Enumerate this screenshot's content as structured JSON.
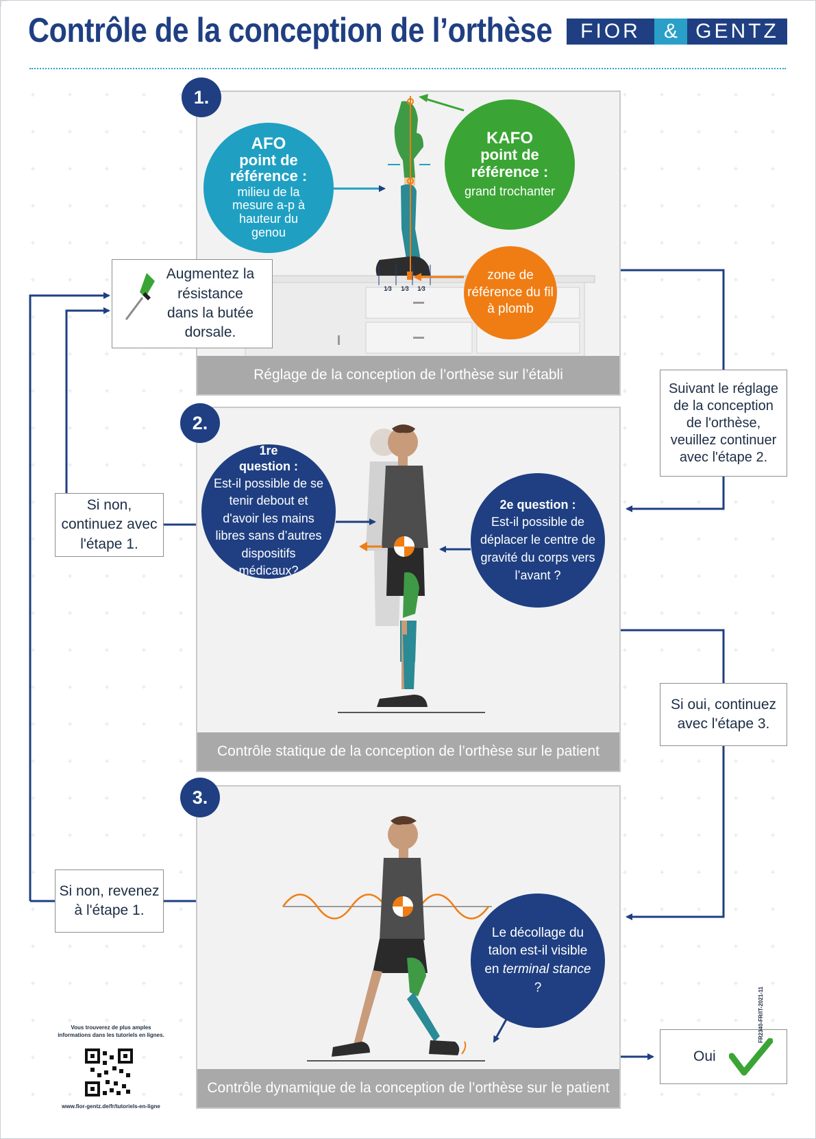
{
  "header": {
    "title": "Contrôle de la conception de l’orthèse"
  },
  "logo": {
    "part1": "FIOR",
    "part2": "&",
    "part3": "GENTZ"
  },
  "step1": {
    "number": "1.",
    "caption": "Réglage de la conception de l’orthèse sur l’établi",
    "afo": {
      "title": "AFO",
      "subtitle": "point de référence :",
      "text": "milieu de la mesure a-p à hauteur du genou"
    },
    "kafo": {
      "title": "KAFO",
      "subtitle": "point de référence :",
      "text": "grand trochanter"
    },
    "plumb": {
      "text": "zone de référence du fil à plomb"
    },
    "third": "1⁄3"
  },
  "step2": {
    "number": "2.",
    "caption": "Contrôle statique de la conception de l’orthèse sur le patient",
    "q1": {
      "label": "1re question :",
      "text": "Est-il possible de se tenir debout et d'avoir les mains libres sans d’autres dispositifs médicaux?"
    },
    "q2": {
      "label": "2e question :",
      "text": "Est-il possible de déplacer le centre de gravité du corps vers l’avant ?"
    }
  },
  "step3": {
    "number": "3.",
    "caption": "Contrôle dynamique de la conception de l’orthèse sur le patient",
    "q": {
      "text1": "Le décollage du talon est-il visible en ",
      "text2": "terminal stance",
      "text3": " ?"
    }
  },
  "boxes": {
    "increase": "Augmentez la résistance dans la butée dorsale.",
    "continue2": "Suivant le réglage de la conception de l'orthèse, veuillez continuer avec l'étape 2.",
    "no1": "Si non, continuez avec l'étape 1.",
    "yes3": "Si oui, continuez avec l'étape 3.",
    "no_back": "Si non, revenez à l'étape 1.",
    "yes": "Oui"
  },
  "footer": {
    "info": "Vous trouverez de plus amples informations dans les tutoriels en lignes.",
    "url": "www.fior-gentz.de/fr/tutoriels-en-ligne",
    "doc_code": "FR2340-FR/IT-2021-11"
  },
  "colors": {
    "navy": "#1f3f82",
    "teal": "#1fa0c3",
    "green": "#3aa534",
    "orange": "#ef7d14"
  }
}
